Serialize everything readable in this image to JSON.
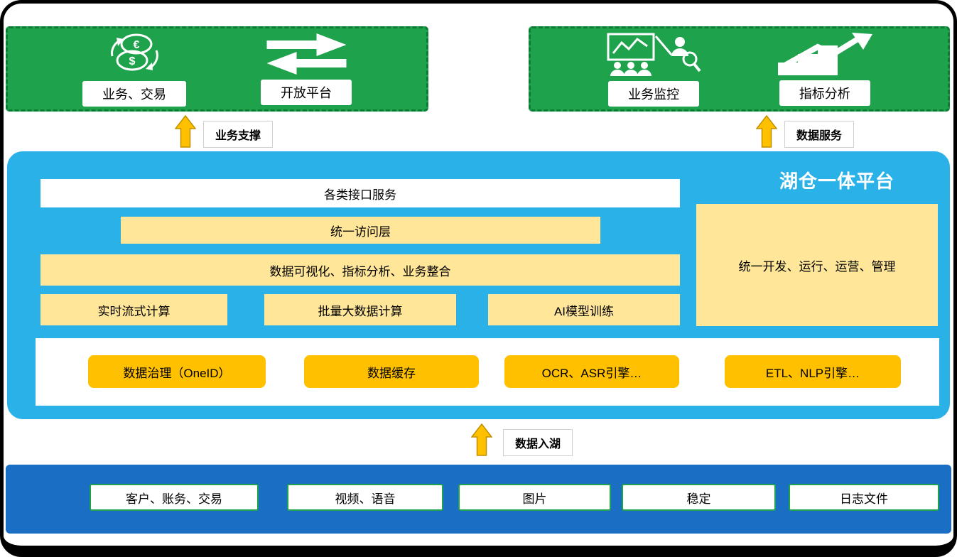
{
  "top": {
    "left_group": {
      "items": [
        {
          "label": "业务、交易",
          "icon": "coins-icon"
        },
        {
          "label": "开放平台",
          "icon": "exchange-arrows-icon"
        }
      ]
    },
    "right_group": {
      "items": [
        {
          "label": "业务监控",
          "icon": "monitoring-icon"
        },
        {
          "label": "指标分析",
          "icon": "chart-growth-icon"
        }
      ]
    }
  },
  "arrows": {
    "business_support": "业务支撑",
    "data_service": "数据服务",
    "data_ingest": "数据入湖"
  },
  "platform": {
    "title": "湖仓一体平台",
    "interface_bar": "各类接口服务",
    "access_bar": "统一访问层",
    "viz_bar": "数据可视化、指标分析、业务整合",
    "compute_boxes": [
      "实时流式计算",
      "批量大数据计算",
      "AI模型训练"
    ],
    "management_box": "统一开发、运行、运营、管理",
    "engine_boxes": [
      "数据治理（OneID）",
      "数据缓存",
      "OCR、ASR引擎…",
      "ETL、NLP引擎…"
    ]
  },
  "sources": {
    "items": [
      "客户、账务、交易",
      "视频、语音",
      "图片",
      "稳定",
      "日志文件"
    ]
  },
  "colors": {
    "green": "#1ea24c",
    "green_border": "#0c7c35",
    "platform_blue": "#29b1e8",
    "sources_blue": "#1a6fc4",
    "light_yellow": "#ffe699",
    "orange": "#ffc000",
    "arrow_gold": "#ffc000"
  }
}
